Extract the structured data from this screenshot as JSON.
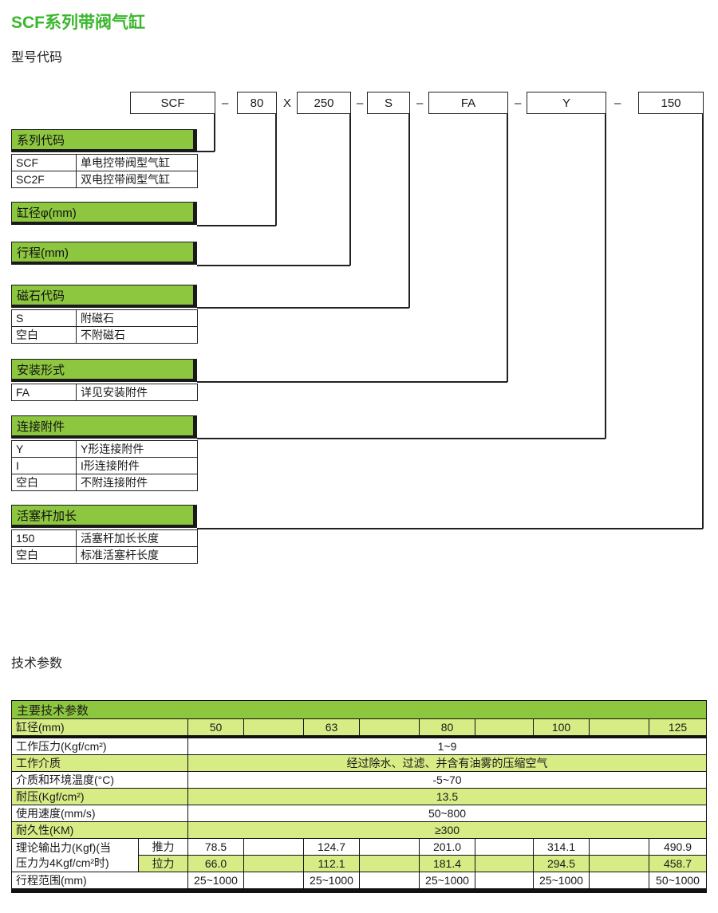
{
  "page": {
    "title": "SCF系列带阀气缸",
    "subtitle": "型号代码",
    "tech_heading": "技术参数"
  },
  "diagram": {
    "box_series": "SCF",
    "sep1": "–",
    "box_bore": "80",
    "sep2": "X",
    "box_stroke": "250",
    "sep3": "–",
    "box_magnet": "S",
    "sep4": "–",
    "box_mount": "FA",
    "sep5": "–",
    "box_attach": "Y",
    "sep6": "–",
    "box_rod": "150"
  },
  "sections": [
    {
      "title": "系列代码",
      "rows": [
        {
          "code": "SCF",
          "desc": "单电控带阀型气缸"
        },
        {
          "code": "SC2F",
          "desc": "双电控带阀型气缸"
        }
      ]
    },
    {
      "title": "缸径φ(mm)",
      "rows": []
    },
    {
      "title": "行程(mm)",
      "rows": []
    },
    {
      "title": "磁石代码",
      "rows": [
        {
          "code": "S",
          "desc": "附磁石"
        },
        {
          "code": "空白",
          "desc": "不附磁石"
        }
      ]
    },
    {
      "title": "安装形式",
      "rows": [
        {
          "code": "FA",
          "desc": "详见安装附件"
        }
      ]
    },
    {
      "title": "连接附件",
      "rows": [
        {
          "code": "Y",
          "desc": "Y形连接附件"
        },
        {
          "code": "I",
          "desc": "I形连接附件"
        },
        {
          "code": "空白",
          "desc": "不附连接附件"
        }
      ]
    },
    {
      "title": "活塞杆加长",
      "rows": [
        {
          "code": "150",
          "desc": "活塞杆加长长度"
        },
        {
          "code": "空白",
          "desc": "标准活塞杆长度"
        }
      ]
    }
  ],
  "tech_table": {
    "header": "主要技术参数",
    "bore_row": {
      "label": "缸径(mm)",
      "values": [
        "50",
        "63",
        "80",
        "100",
        "125"
      ]
    },
    "rows": [
      {
        "label": "工作压力(Kgf/cm²)",
        "value": "1~9"
      },
      {
        "label": "工作介质",
        "value": "经过除水、过滤、并含有油雾的压缩空气"
      },
      {
        "label": "介质和环境温度(°C)",
        "value": "-5~70"
      },
      {
        "label": "耐压(Kgf/cm²)",
        "value": "13.5"
      },
      {
        "label": "使用速度(mm/s)",
        "value": "50~800"
      },
      {
        "label": "耐久性(KM)",
        "value": "≥300"
      }
    ],
    "output_force": {
      "label_line1": "理论输出力(Kgf)(当",
      "label_line2": "压力为4Kgf/cm²时)",
      "push": {
        "label": "推力",
        "values": [
          "78.5",
          "124.7",
          "201.0",
          "314.1",
          "490.9"
        ]
      },
      "pull": {
        "label": "拉力",
        "values": [
          "66.0",
          "112.1",
          "181.4",
          "294.5",
          "458.7"
        ]
      }
    },
    "stroke_row": {
      "label": "行程范围(mm)",
      "values": [
        "25~1000",
        "25~1000",
        "25~1000",
        "25~1000",
        "50~1000"
      ]
    }
  },
  "colors": {
    "accent_green": "#3ab72c",
    "header_green": "#8dc63f",
    "light_green": "#d7ec85"
  }
}
